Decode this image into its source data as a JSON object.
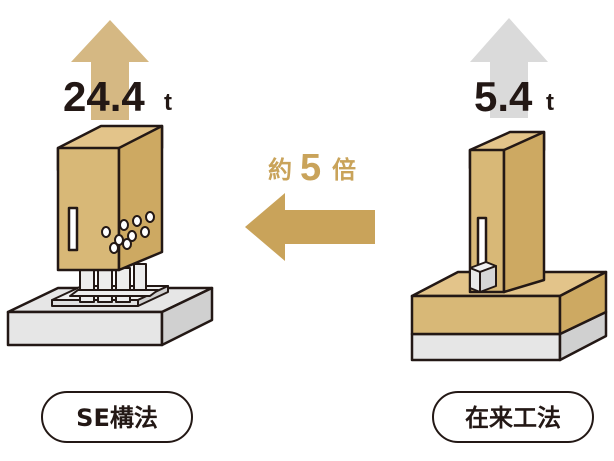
{
  "left": {
    "value": "24.4",
    "unit": "t",
    "label": "SE構法"
  },
  "right": {
    "value": "5.4",
    "unit": "t",
    "label": "在来工法"
  },
  "comparison": {
    "prefix": "約",
    "number": "5",
    "suffix": "倍"
  },
  "colors": {
    "wood": "#D8B877",
    "wood_front": "#D8B877",
    "gold_arrow": "#C9A35A",
    "gray_arrow": "#DADADA",
    "concrete": "#E6E6E6",
    "outline": "#231815",
    "text_dark": "#231815"
  }
}
